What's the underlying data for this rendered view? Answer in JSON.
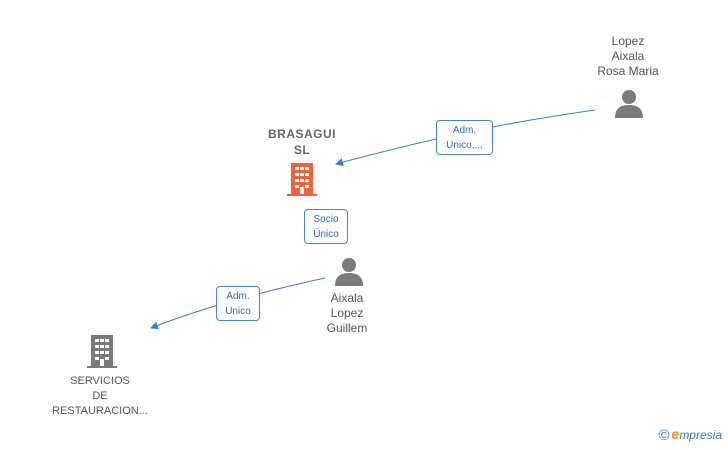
{
  "nodes": {
    "person_lopez": {
      "lines": [
        "Lopez",
        "Aixala",
        "Rosa Maria"
      ]
    },
    "company_brasagui": {
      "lines": [
        "BRASAGUI",
        "SL"
      ]
    },
    "person_aixala": {
      "lines": [
        "Aixala",
        "Lopez",
        "Guillem"
      ]
    },
    "company_servicios": {
      "lines": [
        "SERVICIOS",
        "DE",
        "RESTAURACION..."
      ]
    }
  },
  "edges": {
    "lopez_to_brasagui": {
      "lines": [
        "Adm.",
        "Unico,..."
      ]
    },
    "aixala_to_brasagui": {
      "lines": [
        "Socio",
        "Único"
      ]
    },
    "aixala_to_servicios": {
      "lines": [
        "Adm.",
        "Unico"
      ]
    }
  },
  "brand": {
    "copyright": "©",
    "e": "e",
    "rest": "mpresia"
  },
  "colors": {
    "highlight_company": "#f0643c",
    "company": "#7a7a7a",
    "person": "#7a7a7a",
    "edge": "#3a7bd5"
  }
}
